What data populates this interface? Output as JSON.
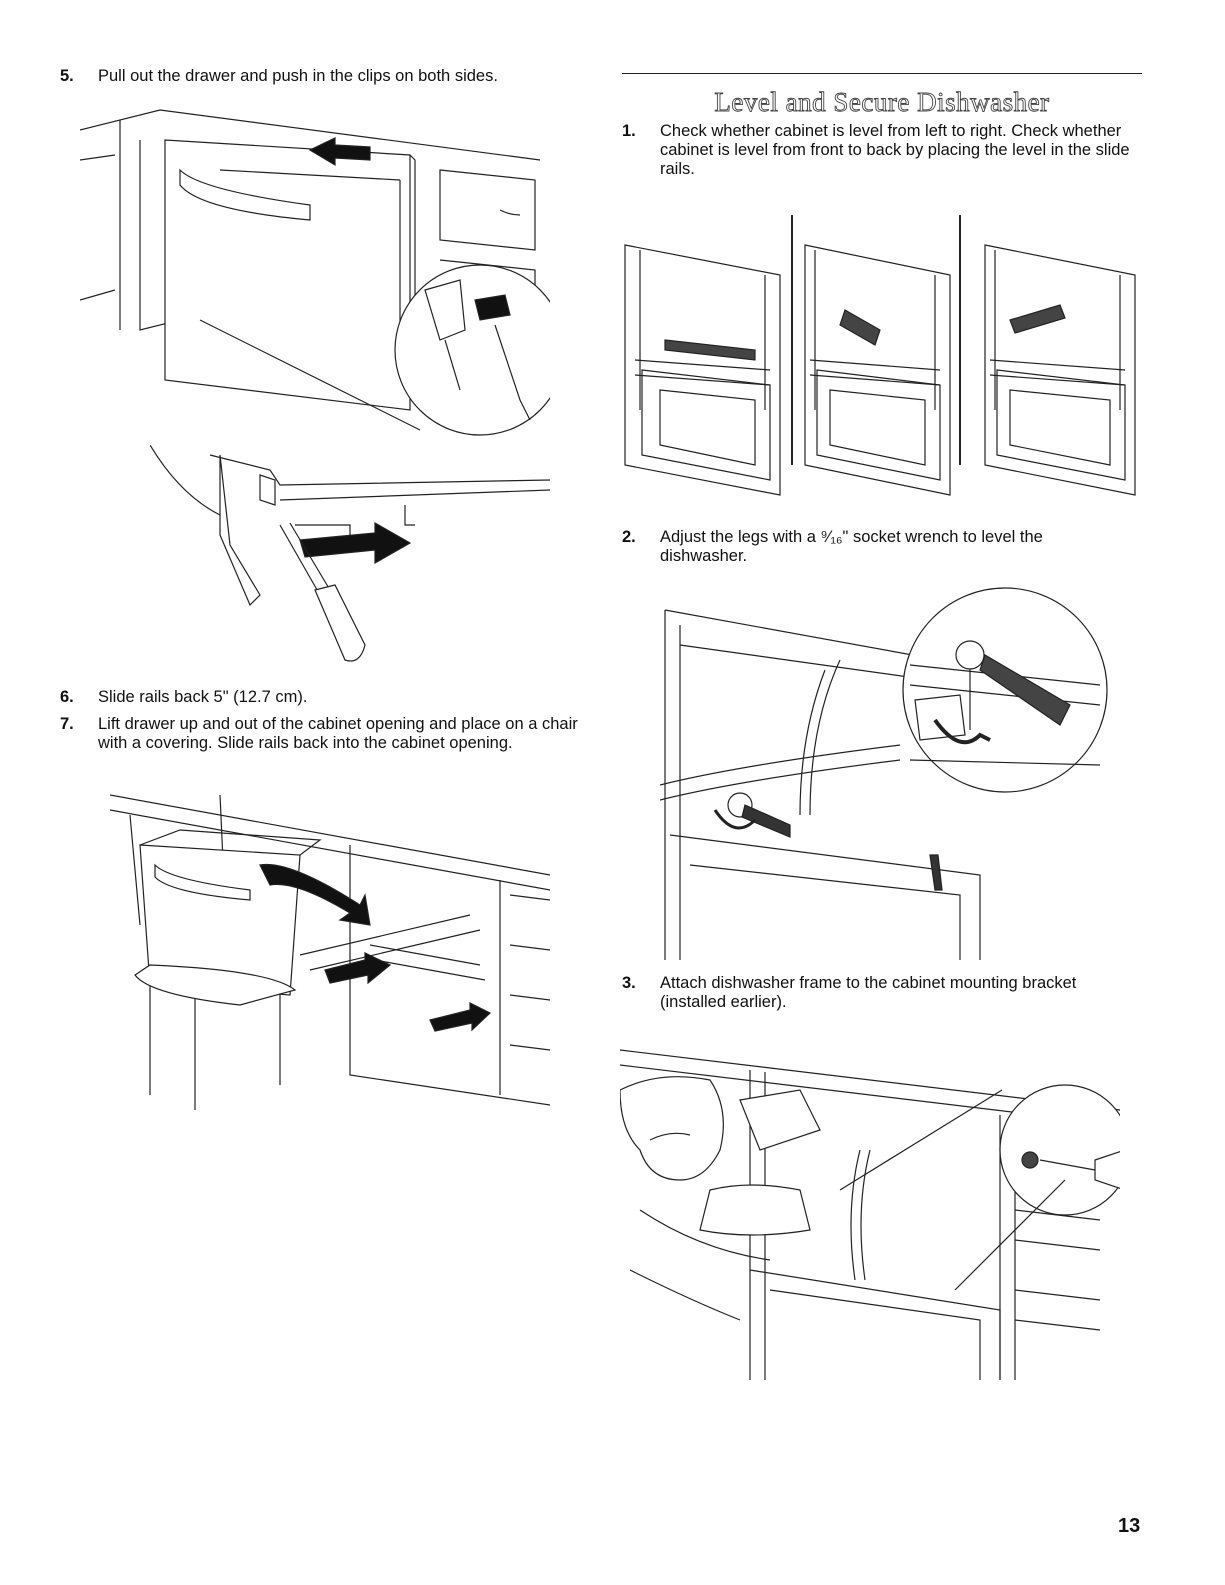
{
  "left_column": {
    "step5": {
      "number": "5.",
      "text": "Pull out the drawer and push in the clips on both sides."
    },
    "step6": {
      "number": "6.",
      "text": "Slide rails back 5\" (12.7 cm)."
    },
    "step7": {
      "number": "7.",
      "text": "Lift drawer up and out of the cabinet opening and place on a chair with a covering. Slide rails back into the cabinet opening."
    }
  },
  "right_column": {
    "section_title": "Level and Secure Dishwasher",
    "step1": {
      "number": "1.",
      "text": "Check whether cabinet is level from left to right. Check whether cabinet is level from front to back by placing the level in the slide rails."
    },
    "step2": {
      "number": "2.",
      "text": "Adjust the legs with a ⁹⁄₁₆\" socket wrench to level the dishwasher."
    },
    "step3": {
      "number": "3.",
      "text": "Attach dishwasher frame to the cabinet mounting bracket (installed earlier)."
    }
  },
  "page_number": "13"
}
